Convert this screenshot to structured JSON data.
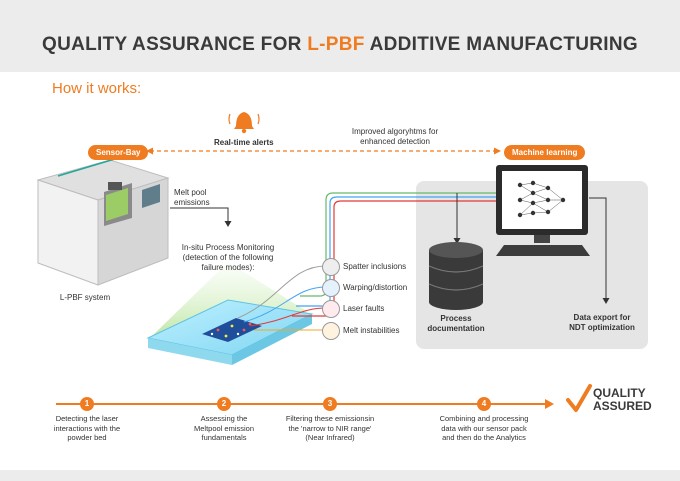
{
  "header": {
    "title_part1": "QUALITY ASSURANCE FOR ",
    "title_highlight": "L-PBF",
    "title_part2": " ADDITIVE MANUFACTURING"
  },
  "subtitle": "How it works:",
  "alerts": {
    "label": "Real-time alerts"
  },
  "algorithms": {
    "line1": "Improved algoryhtms for",
    "line2": "enhanced detection"
  },
  "sensor_bay": {
    "label": "Sensor-Bay"
  },
  "machine_learning": {
    "label": "Machine learning"
  },
  "melt_pool": {
    "line1": "Melt pool",
    "line2": "emissions"
  },
  "machine": {
    "label": "L-PBF system"
  },
  "monitoring": {
    "line1": "In-situ Process Monitoring",
    "line2": "(detection of the following",
    "line3": "failure modes):"
  },
  "failure_modes": [
    {
      "label": "Spatter inclusions",
      "color": "#9e9e9e"
    },
    {
      "label": "Warping/distortion",
      "color": "#42a5f5"
    },
    {
      "label": "Laser faults",
      "color": "#e53935"
    },
    {
      "label": "Melt instabilities",
      "color": "#f5a623"
    }
  ],
  "process_doc": {
    "line1": "Process",
    "line2": "documentation"
  },
  "data_export": {
    "line1": "Data export for",
    "line2": "NDT optimization"
  },
  "steps": [
    {
      "num": "1",
      "line1": "Detecting the laser",
      "line2": "interactions with the",
      "line3": "powder bed"
    },
    {
      "num": "2",
      "line1": "Assessing the",
      "line2": "Meltpool emission",
      "line3": "fundamentals"
    },
    {
      "num": "3",
      "line1": "Filtering these emissionsin",
      "line2": "the 'narrow to NIR range'",
      "line3": "(Near Infrared)"
    },
    {
      "num": "4",
      "line1": "Combining and processing",
      "line2": "data with our sensor pack",
      "line3": "and then do the Analytics"
    }
  ],
  "quality": {
    "line1": "QUALITY",
    "line2": "ASSURED"
  },
  "colors": {
    "accent": "#f07c22",
    "green_line": "#66bb6a",
    "blue_line": "#42a5f5",
    "red_line": "#e53935"
  }
}
